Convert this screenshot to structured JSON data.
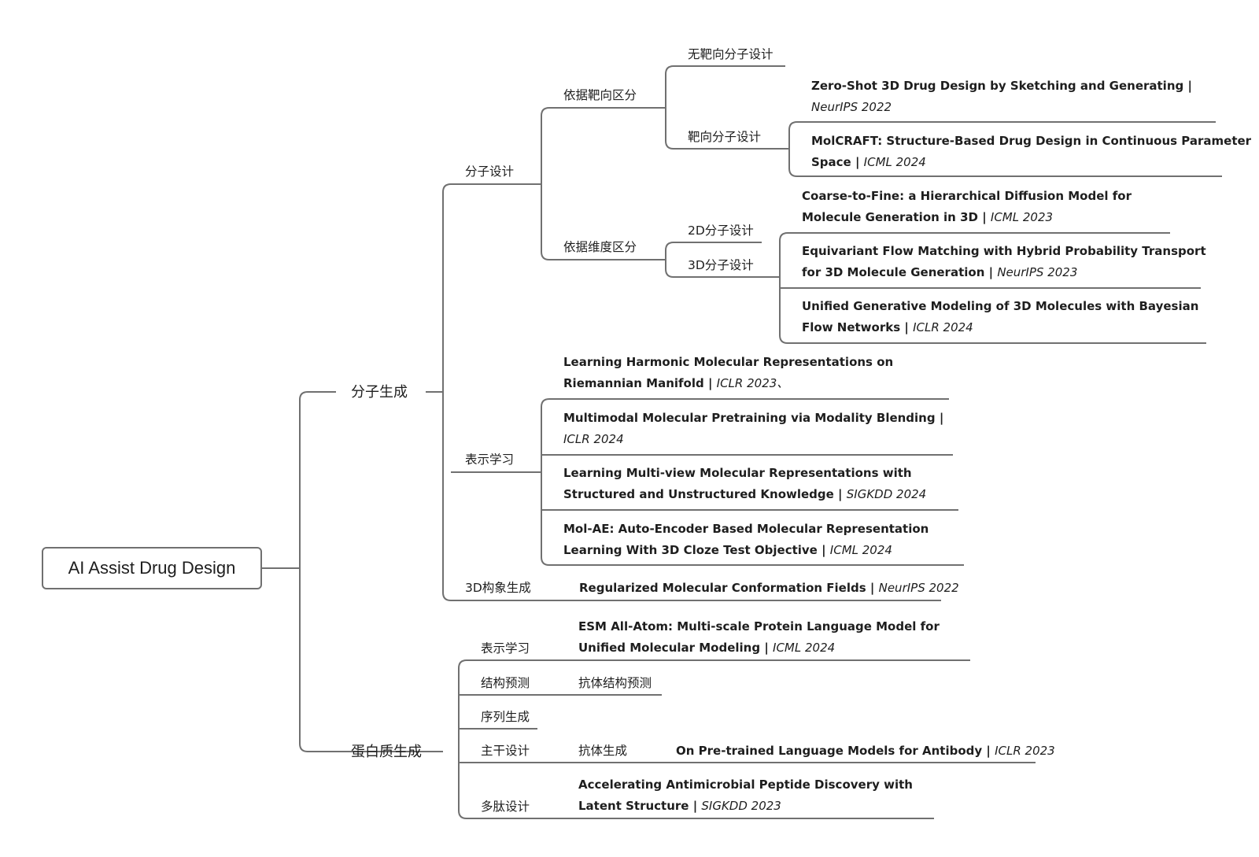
{
  "root": "AI Assist Drug Design",
  "mol_gen": {
    "label": "分子生成",
    "design": {
      "label": "分子设计",
      "by_target": {
        "label": "依据靶向区分",
        "untargeted": "无靶向分子设计",
        "targeted": "靶向分子设计",
        "papers": [
          {
            "title": "Zero-Shot 3D Drug Design by Sketching and Generating",
            "sep": " | ",
            "venue": "NeurIPS 2022"
          },
          {
            "title": "MolCRAFT: Structure-Based Drug Design in Continuous Parameter Space",
            "sep": " | ",
            "venue": "ICML 2024"
          }
        ]
      },
      "by_dim": {
        "label": "依据维度区分",
        "d2": "2D分子设计",
        "d3": "3D分子设计",
        "papers": [
          {
            "title": "Coarse-to-Fine: a Hierarchical Diffusion Model for Molecule Generation in 3D",
            "sep": " | ",
            "venue": "ICML 2023"
          },
          {
            "title": "Equivariant Flow Matching with Hybrid Probability Transport for 3D Molecule Generation",
            "sep": " | ",
            "venue": "NeurIPS 2023"
          },
          {
            "title": "Unified Generative Modeling of 3D Molecules with Bayesian Flow Networks",
            "sep": " | ",
            "venue": "ICLR 2024"
          }
        ]
      }
    },
    "repr": {
      "label": "表示学习",
      "papers": [
        {
          "title": "Learning Harmonic Molecular Representations on Riemannian Manifold",
          "sep": " | ",
          "venue": "ICLR 2023、"
        },
        {
          "title": "Multimodal Molecular Pretraining via Modality Blending",
          "sep": " | ",
          "venue": "ICLR 2024"
        },
        {
          "title": "Learning Multi-view Molecular Representations with Structured and Unstructured Knowledge",
          "sep": " | ",
          "venue": "SIGKDD 2024"
        },
        {
          "title": "Mol-AE: Auto-Encoder Based Molecular Representation Learning With 3D Cloze Test Objective",
          "sep": " | ",
          "venue": "ICML 2024"
        }
      ]
    },
    "conf": {
      "label": "3D构象生成",
      "paper": {
        "title": "Regularized Molecular Conformation Fields",
        "sep": " | ",
        "venue": "NeurIPS 2022"
      }
    }
  },
  "prot_gen": {
    "label": "蛋白质生成",
    "repr": {
      "label": "表示学习",
      "paper": {
        "title": "ESM All-Atom: Multi-scale Protein Language Model for Unified Molecular Modeling",
        "sep": " | ",
        "venue": "ICML 2024"
      }
    },
    "struct": {
      "label": "结构预测",
      "child": "抗体结构预测"
    },
    "seq": {
      "label": "序列生成"
    },
    "backbone": {
      "label": "主干设计",
      "child": "抗体生成",
      "paper": {
        "title": "On Pre-trained Language Models for Antibody",
        "sep": " | ",
        "venue": "ICLR 2023"
      }
    },
    "peptide": {
      "label": "多肽设计",
      "paper": {
        "title": "Accelerating Antimicrobial Peptide Discovery with Latent Structure",
        "sep": " | ",
        "venue": "SIGKDD 2023"
      }
    }
  }
}
